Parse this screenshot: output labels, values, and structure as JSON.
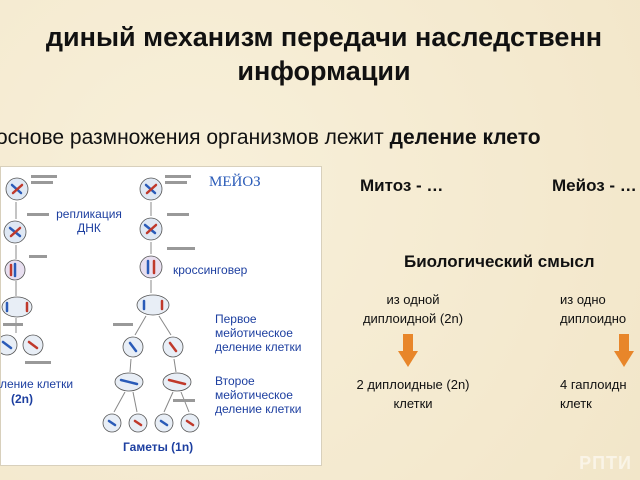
{
  "title_line1": "диный механизм передачи наследственн",
  "title_line2": "информации",
  "subtitle_normal": "основе размножения организмов лежит ",
  "subtitle_bold": "деление клето",
  "diagram": {
    "meiosis_label": "МЕЙОЗ",
    "replication_label": "репликация ДНК",
    "crossover_label": "кроссинговер",
    "first_division_label": "Первое мейотическое деление клетки",
    "second_division_label": "Второе мейотическое деление клетки",
    "mitosis_cells_label": "ление клетки",
    "mitosis_cells_count": "(2n)",
    "gametes_label": "Гаметы  (1n)"
  },
  "mitosis_heading": "Митоз - …",
  "meiosis_heading": "Мейоз - …",
  "bio_meaning_heading": "Биологический смысл",
  "mitosis_from": "из одной диплоидной (2n)",
  "mitosis_result": "2 диплоидные (2n) клетки",
  "meiosis_from": "из одно диплоидно",
  "meiosis_result": "4 гаплоидн клетк",
  "colors": {
    "arrow": "#e8862a",
    "label_blue": "#1d3fa0"
  },
  "watermark": "РПТИ"
}
